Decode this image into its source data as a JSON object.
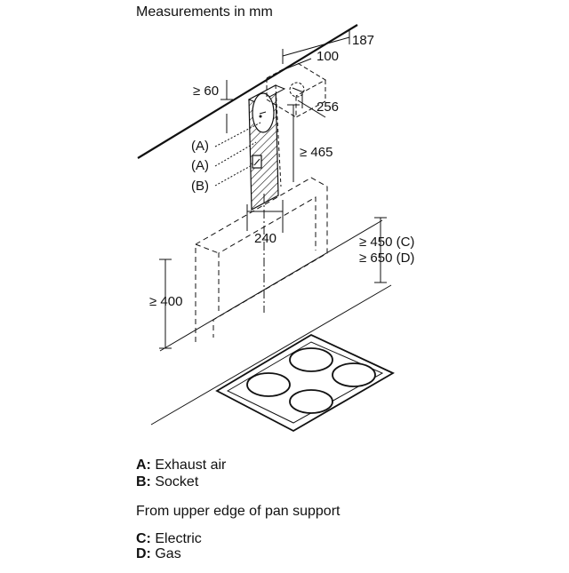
{
  "title": "Measurements in mm",
  "dims": {
    "d187": "187",
    "d100": "100",
    "d60": "≥ 60",
    "d256": "256",
    "d465": "≥ 465",
    "d240": "240",
    "d450": "≥ 450 (C)",
    "d650": "≥ 650 (D)",
    "d400": "≥ 400"
  },
  "callouts": {
    "a1": "(A)",
    "a2": "(A)",
    "b": "(B)"
  },
  "legend": {
    "a_key": "A:",
    "a_text": "Exhaust air",
    "b_key": "B:",
    "b_text": "Socket",
    "note": "From upper edge of pan support",
    "c_key": "C:",
    "c_text": "Electric",
    "d_key": "D:",
    "d_text": "Gas"
  }
}
